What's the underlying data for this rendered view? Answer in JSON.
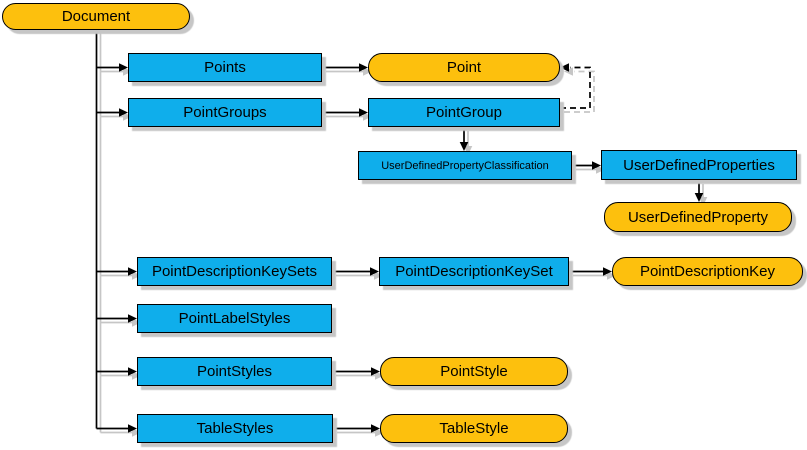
{
  "colors": {
    "collection_fill": "#0FAEEB",
    "object_fill": "#FDC00D",
    "border": "#000000",
    "shadow": "#C6C6C6",
    "background": "#FFFFFF",
    "connector": "#000000"
  },
  "nodes": {
    "document": {
      "label": "Document",
      "kind": "object"
    },
    "points": {
      "label": "Points",
      "kind": "collection"
    },
    "point": {
      "label": "Point",
      "kind": "object"
    },
    "point_groups": {
      "label": "PointGroups",
      "kind": "collection"
    },
    "point_group": {
      "label": "PointGroup",
      "kind": "collection"
    },
    "udp_classification": {
      "label": "UserDefinedPropertyClassification",
      "kind": "collection"
    },
    "udp_properties": {
      "label": "UserDefinedProperties",
      "kind": "collection"
    },
    "udp_property": {
      "label": "UserDefinedProperty",
      "kind": "object"
    },
    "pdk_sets": {
      "label": "PointDescriptionKeySets",
      "kind": "collection"
    },
    "pdk_set": {
      "label": "PointDescriptionKeySet",
      "kind": "collection"
    },
    "pdk": {
      "label": "PointDescriptionKey",
      "kind": "object"
    },
    "point_label_styles": {
      "label": "PointLabelStyles",
      "kind": "collection"
    },
    "point_styles": {
      "label": "PointStyles",
      "kind": "collection"
    },
    "point_style": {
      "label": "PointStyle",
      "kind": "object"
    },
    "table_styles": {
      "label": "TableStyles",
      "kind": "collection"
    },
    "table_style": {
      "label": "TableStyle",
      "kind": "object"
    }
  }
}
